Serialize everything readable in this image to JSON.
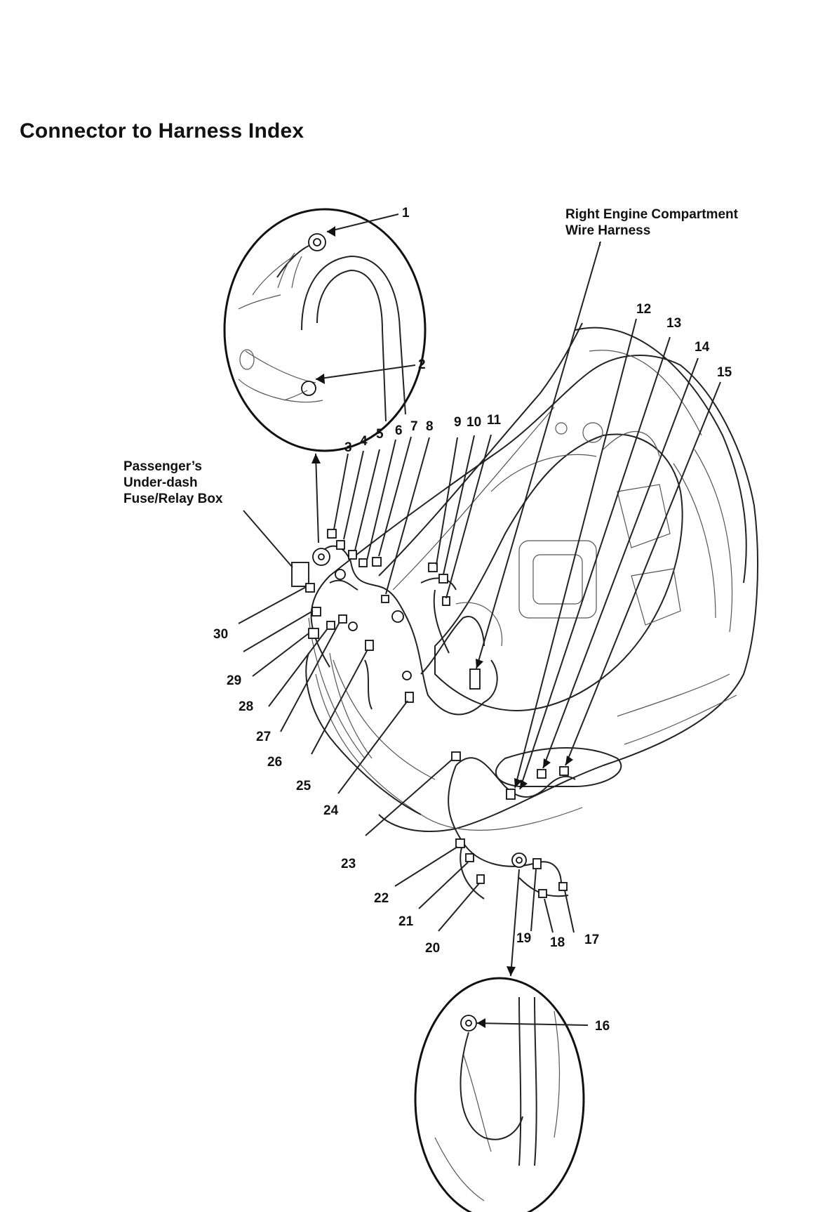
{
  "title": "Connector to Harness Index",
  "labels": {
    "passenger_box": [
      "Passenger’s",
      "Under-dash",
      "Fuse/Relay Box"
    ],
    "right_engine_harness": [
      "Right Engine Compartment",
      "Wire Harness"
    ]
  },
  "callouts": [
    "1",
    "2",
    "3",
    "4",
    "5",
    "6",
    "7",
    "8",
    "9",
    "10",
    "11",
    "12",
    "13",
    "14",
    "15",
    "16",
    "17",
    "18",
    "19",
    "20",
    "21",
    "22",
    "23",
    "24",
    "25",
    "26",
    "27",
    "28",
    "29",
    "30"
  ]
}
